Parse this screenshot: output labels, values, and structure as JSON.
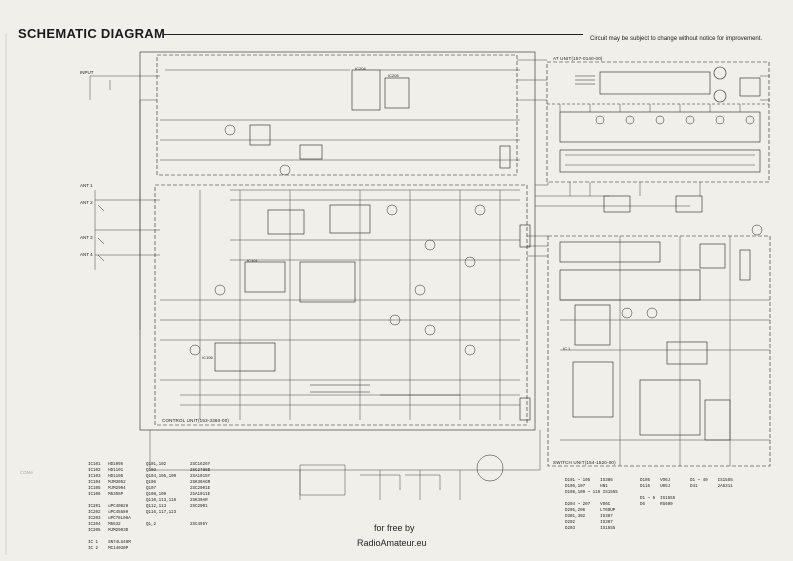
{
  "title": "SCHEMATIC DIAGRAM",
  "notice": "Circuit may be subject to change without notice for improvement.",
  "units": {
    "control": "CONTROL UNIT(153-3360-00)",
    "att": "AT UNIT(157-0140-00)",
    "switch": "SWITCH UNIT(154-1520-00)"
  },
  "labels": {
    "input": "INPUT",
    "ant1": "ANT 1",
    "ant2": "ANT 2",
    "ant3": "ANT 3",
    "ant4": "ANT 4",
    "ic204": "IC204",
    "ic205": "IC205",
    "ic106": "IC106",
    "ic101": "IC101",
    "ic1": "IC 1"
  },
  "legend": {
    "col1": "IC101   HD1095\nIC102   HD1101\nIC103   HD1105\nIC104   MJM3052\nIC105   MJM2904\nIC106   M5355P\n\nIC201   uPC4082H\nIC202   uPC4558H\nIC203   uPC78L06A\nIC204   M5532\nIC205   MJM2903D\n\nIC 1    SN74LS48M\nIC 2    MC14030P",
    "col2": "Q101,102\nQ103\nQ104,105,109\nQ106\nQ107\nQ108,109\nQ110,113,116\nQ112,113\nQ116,117,123\n\nQ1,2",
    "col3": "2SC1626Y\n2SC2785D\n2SA1015Y\n2SK30AGR\n2SC2001E\n2SA1011E\n2SK30AR\n2SC2001\n\n\n2SC495Y",
    "col4": "D101 ~ 105    IS386\nD106,107      HN1\nD108,109 ~ 119 IS1555\n\nD204 ~ 207    VO6C\nD205,206      LT6OUP\nD301,302      IS387\nD202          IS307\nD203          IS1555",
    "col5": "D105    VO6J\nD115    U05J\n\nD1 ~ 5  IS1555\nD6      RS600\n",
    "col6": "D1 ~ 40    IS1555\nD41        2A5311\n"
  },
  "footer": {
    "line1": "for free by",
    "line2": "RadioAmateur.eu"
  },
  "side": {
    "com": "COMe"
  },
  "colors": {
    "paper": "#f1efea",
    "ink": "#222222"
  }
}
